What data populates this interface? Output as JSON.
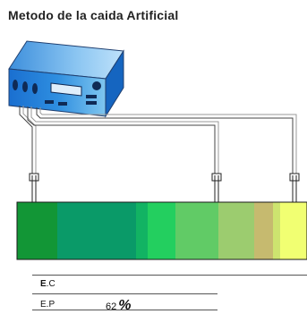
{
  "title": "Metodo de la caida Artificial",
  "device": {
    "icon": "instrument-device-icon",
    "body_color": "#1d7fd6",
    "face_color": "#60b5f0",
    "screen_color": "#dfeefb"
  },
  "gradient_colors": [
    "#129636",
    "#0a9a68",
    "#12b363",
    "#23cf5f",
    "#61cb66",
    "#9ccc6f",
    "#c6ba6f",
    "#cde46f",
    "#f1ff72"
  ],
  "rows": {
    "ec_bold": "E",
    "ec_rest": ".C",
    "ep_label": "E.P",
    "ep_value": "62",
    "ep_unit": "%"
  }
}
